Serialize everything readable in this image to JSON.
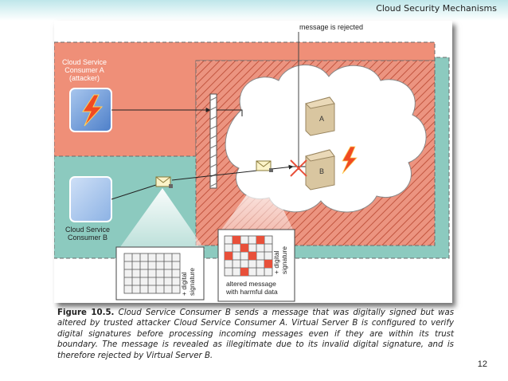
{
  "header": {
    "title": "Cloud Security Mechanisms"
  },
  "page_number": "12",
  "diagram": {
    "top_label": "message is rejected",
    "consumer_a": {
      "line1": "Cloud Service",
      "line2": "Consumer A",
      "line3": "(attacker)"
    },
    "consumer_b": {
      "line1": "Cloud Service",
      "line2": "Consumer B"
    },
    "server_a_label": "A",
    "server_b_label": "B",
    "left_doc": {
      "side_line1": "+ digital",
      "side_line2": "signature"
    },
    "right_doc": {
      "side_line1": "+ digital",
      "side_line2": "signature",
      "bottom_line1": "altered message",
      "bottom_line2": "with harmful data"
    },
    "colors": {
      "attacker_zone": "#ef8f78",
      "trust_zone": "#8ccabf",
      "accent_red": "#e8503a"
    }
  },
  "caption": {
    "label": "Figure 10.5.",
    "text": " Cloud Service Consumer B sends a message that was digitally signed but was altered by trusted attacker Cloud Service Consumer A. Virtual Server B is configured to verify digital signatures before processing incoming messages even if they are within its trust boundary. The message is revealed as illegitimate due to its invalid digital signature, and is therefore rejected by Virtual Server B."
  }
}
